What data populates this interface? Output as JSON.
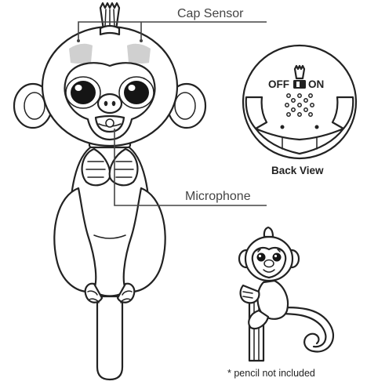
{
  "labels": {
    "cap_sensor": "Cap Sensor",
    "microphone": "Microphone",
    "back_view": "Back View",
    "switch_off": "OFF",
    "switch_on": "ON",
    "pencil_note": "* pencil not included"
  },
  "colors": {
    "line": "#222222",
    "sensor_pad": "#d0d0d0",
    "eye": "#151515",
    "label_text": "#444444"
  }
}
